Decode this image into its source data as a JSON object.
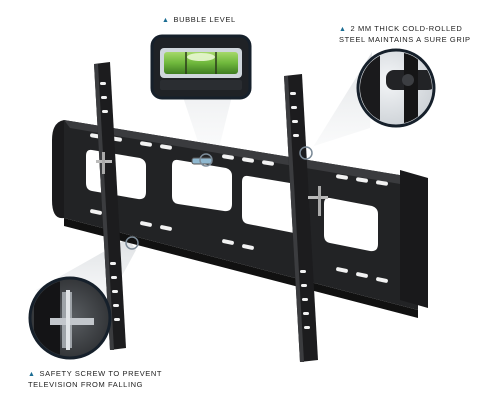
{
  "callouts": {
    "bubble_level": {
      "marker": "▲",
      "line1": "BUBBLE LEVEL"
    },
    "steel": {
      "marker": "▲",
      "line1": "2 mm THICK COLD-ROLLED",
      "line2": "STEEL MAINTAINS A SURE GRIP"
    },
    "safety_screw": {
      "marker": "▲",
      "line1": "SAFETY SCREW TO PREVENT",
      "line2": "TELEVISION FROM FALLING"
    }
  },
  "colors": {
    "bracket": "#1f1f21",
    "marker": "#1b6d93",
    "zoom_ring": "#1b2a3a",
    "level_liquid": "#7ec24a"
  }
}
